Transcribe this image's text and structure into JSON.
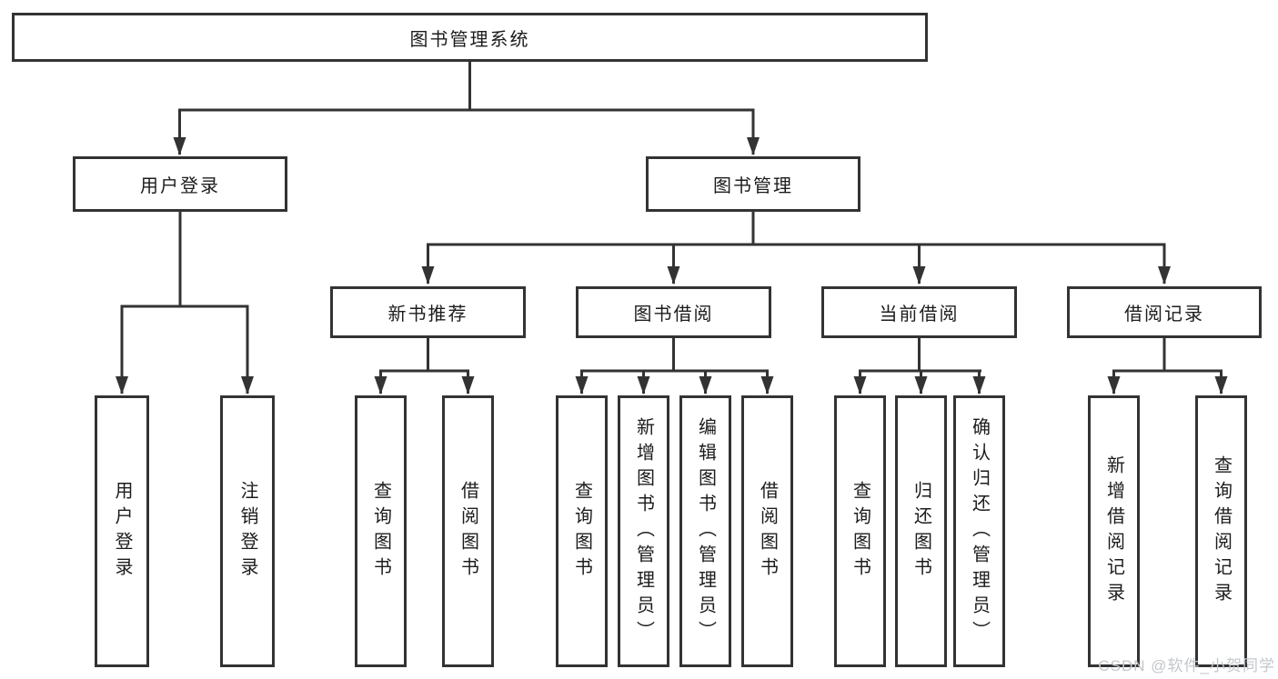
{
  "diagram_title": "图书管理系统",
  "watermark": "CSDN @软件_小贺同学",
  "colors": {
    "line": "#333333",
    "box_border": "#333333",
    "text": "#1c1c1c",
    "watermark": "#c3c7cb",
    "background": "#ffffff"
  },
  "nodes": {
    "root": {
      "label": "图书管理系统"
    },
    "user_login": {
      "label": "用户登录"
    },
    "book_mgmt": {
      "label": "图书管理"
    },
    "new_books": {
      "label": "新书推荐"
    },
    "book_borrow": {
      "label": "图书借阅"
    },
    "current_borrow": {
      "label": "当前借阅"
    },
    "borrow_records": {
      "label": "借阅记录"
    },
    "leaf_login": {
      "label": "用户登录"
    },
    "leaf_logout": {
      "label": "注销登录"
    },
    "leaf_nb_query": {
      "label": "查询图书"
    },
    "leaf_nb_borrow": {
      "label": "借阅图书"
    },
    "leaf_bb_query": {
      "label": "查询图书"
    },
    "leaf_bb_add": {
      "label": "新增图书（管理员）"
    },
    "leaf_bb_edit": {
      "label": "编辑图书（管理员）"
    },
    "leaf_bb_borrow": {
      "label": "借阅图书"
    },
    "leaf_cb_query": {
      "label": "查询图书"
    },
    "leaf_cb_return": {
      "label": "归还图书"
    },
    "leaf_cb_confirm": {
      "label": "确认归还（管理员）"
    },
    "leaf_br_add": {
      "label": "新增借阅记录"
    },
    "leaf_br_query": {
      "label": "查询借阅记录"
    }
  },
  "hierarchy": {
    "图书管理系统": {
      "用户登录": [
        "用户登录",
        "注销登录"
      ],
      "图书管理": {
        "新书推荐": [
          "查询图书",
          "借阅图书"
        ],
        "图书借阅": [
          "查询图书",
          "新增图书（管理员）",
          "编辑图书（管理员）",
          "借阅图书"
        ],
        "当前借阅": [
          "查询图书",
          "归还图书",
          "确认归还（管理员）"
        ],
        "借阅记录": [
          "新增借阅记录",
          "查询借阅记录"
        ]
      }
    }
  }
}
